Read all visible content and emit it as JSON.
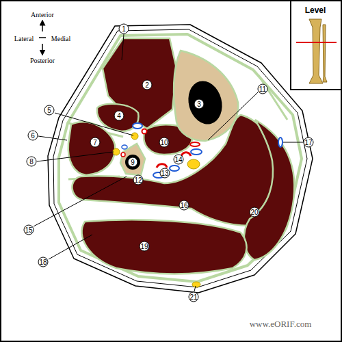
{
  "diagram": {
    "labels": [
      "Anterior",
      "Lateral",
      "Medial",
      "Posterior",
      "Level",
      "1",
      "2",
      "3",
      "4",
      "5",
      "6",
      "7",
      "8",
      "9",
      "10",
      "11",
      "12",
      "13",
      "14",
      "15",
      "16",
      "17",
      "18",
      "19",
      "20",
      "21",
      "www.eORIF.com"
    ]
  }
}
